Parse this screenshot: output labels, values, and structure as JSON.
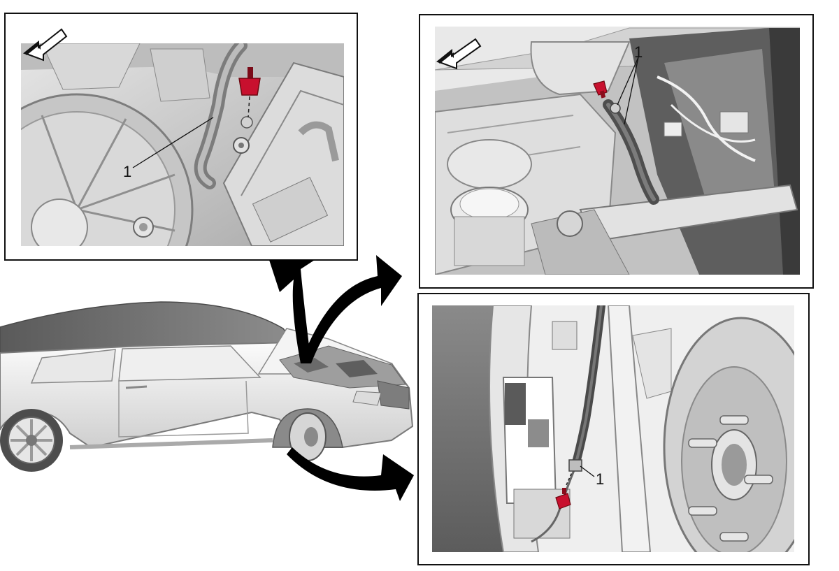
{
  "callouts": {
    "top_left": "1",
    "top_right": "1",
    "bottom_right": "1"
  },
  "colors": {
    "clip_red": "#c8102e",
    "arrow_black": "#000000",
    "frame_border": "#111111",
    "panel_bg": "#c9c9c9"
  },
  "icons": [
    "front-direction-arrow-icon",
    "fastener-clip-icon"
  ]
}
